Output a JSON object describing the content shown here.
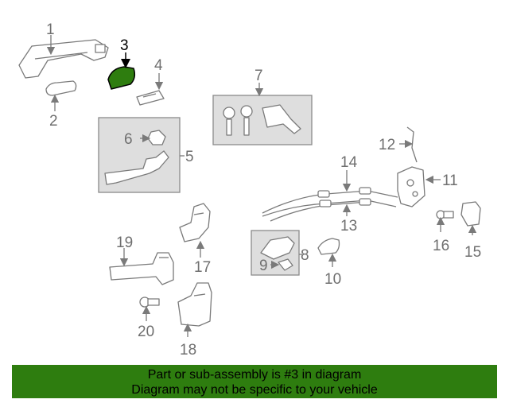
{
  "diagram": {
    "callouts": [
      "1",
      "2",
      "3",
      "4",
      "5",
      "6",
      "7",
      "8",
      "9",
      "10",
      "11",
      "12",
      "13",
      "14",
      "15",
      "16",
      "17",
      "18",
      "19",
      "20"
    ],
    "highlighted_part": "3",
    "highlight_color": "#2e7d0f"
  },
  "banner": {
    "line1": "Part or sub-assembly is #3 in diagram",
    "line2": "Diagram may not be specific to your vehicle",
    "background": "#2e7d0f"
  }
}
